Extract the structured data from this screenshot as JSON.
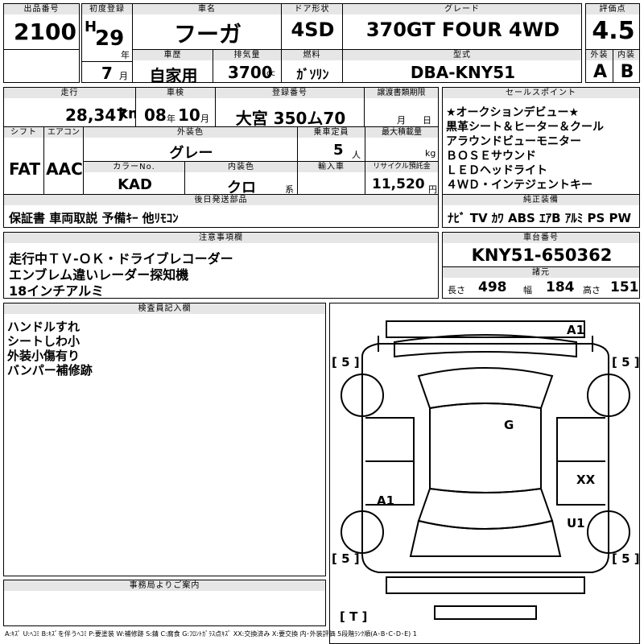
{
  "header": {
    "lot_label": "出品番号",
    "lot": "2100",
    "first_reg_label": "初度登録",
    "era": "H",
    "year": "29",
    "year_unit": "年",
    "month": "7",
    "month_unit": "月",
    "car_name_label": "車名",
    "car_name": "フーガ",
    "door_label": "ドア形状",
    "door": "4SD",
    "grade_label": "グレード",
    "grade": "370GT FOUR 4WD",
    "score_label": "評価点",
    "score": "4.5",
    "history_label": "車歴",
    "history": "自家用",
    "displacement_label": "排気量",
    "displacement": "3700",
    "displacement_unit": "cc",
    "fuel_label": "燃料",
    "fuel": "ｶﾞｿﾘﾝ",
    "model_label": "型式",
    "model": "DBA-KNY51",
    "exterior_label": "外装",
    "exterior_grade": "A",
    "interior_label": "内装",
    "interior_grade": "B"
  },
  "row2": {
    "mileage_label": "走行",
    "mileage": "28,347",
    "mileage_unit": "km",
    "inspection_label": "車検",
    "insp_year": "08",
    "insp_year_unit": "年",
    "insp_month": "10",
    "insp_month_unit": "月",
    "plate_label": "登録番号",
    "plate": "大宮 350ム70",
    "transfer_label": "譲渡書類期限",
    "transfer_month_unit": "月",
    "transfer_day_unit": "日"
  },
  "row3": {
    "shift_label": "シフト",
    "shift": "FAT",
    "ac_label": "エアコン",
    "ac": "AAC",
    "color_label": "外装色",
    "color": "グレー",
    "capacity_label": "乗車定員",
    "capacity": "5",
    "capacity_unit": "人",
    "load_label": "最大積載量",
    "load_unit": "kg",
    "color_no_label": "カラーNo.",
    "color_no": "KAD",
    "int_color_label": "内装色",
    "int_color": "クロ",
    "int_color_unit": "系",
    "import_label": "輸入車",
    "recycle_label": "リサイクル預託金",
    "recycle": "11,520",
    "recycle_unit": "円"
  },
  "sales_points": {
    "label": "セールスポイント",
    "lines": [
      "★オークションデビュー★",
      "黒革シート＆ヒーター＆クール",
      "アラウンドビューモニター",
      "ＢＯＳＥサウンド",
      "ＬＥＤヘッドライト",
      "４ＷＤ・インテジェントキー"
    ]
  },
  "later_parts": {
    "label": "後日発送部品",
    "text": "保証書 車両取説 予備ｷｰ 他ﾘﾓｺﾝ"
  },
  "equipment": {
    "label": "純正装備",
    "items": "ﾅﾋﾞ TV ｶﾜ ABS ｴｱB ｱﾙﾐ PS PW"
  },
  "notes": {
    "label": "注意事項欄",
    "lines": [
      "走行中ＴＶ-ＯＫ・ドライブレコーダー",
      "エンブレム違いレーダー探知機",
      "18インチアルミ"
    ]
  },
  "chassis": {
    "label": "車台番号",
    "number": "KNY51-650362"
  },
  "dimensions": {
    "label": "諸元",
    "length_label": "長さ",
    "length": "498",
    "width_label": "幅",
    "width": "184",
    "height_label": "高さ",
    "height": "151"
  },
  "inspector": {
    "label": "検査員記入欄",
    "lines": [
      "ハンドルすれ",
      "シートしわ小",
      "外装小傷有り",
      "バンパー補修跡"
    ]
  },
  "diagram": {
    "tire_fl": "[ 5 ]",
    "tire_fr": "[ 5 ]",
    "tire_rl": "[ 5 ]",
    "tire_rr": "[ 5 ]",
    "spare": "[ T ]",
    "marks": [
      "A1",
      "G",
      "XX",
      "A1",
      "U1"
    ]
  },
  "office": {
    "label": "事務局よりご案内"
  },
  "legend": "A:ｷｽﾞ U:ﾍｺﾐ B:ｷｽﾞを伴うﾍｺﾐ P:要塗装 W:補修跡 S:錆 C:腐食 G:ﾌﾛﾝﾄｶﾞﾗｽ点ｷｽﾞ XX:交換済み X:要交換 内･外装評価 5段階ﾗﾝｸ順(A･B･C･D･E) 1"
}
